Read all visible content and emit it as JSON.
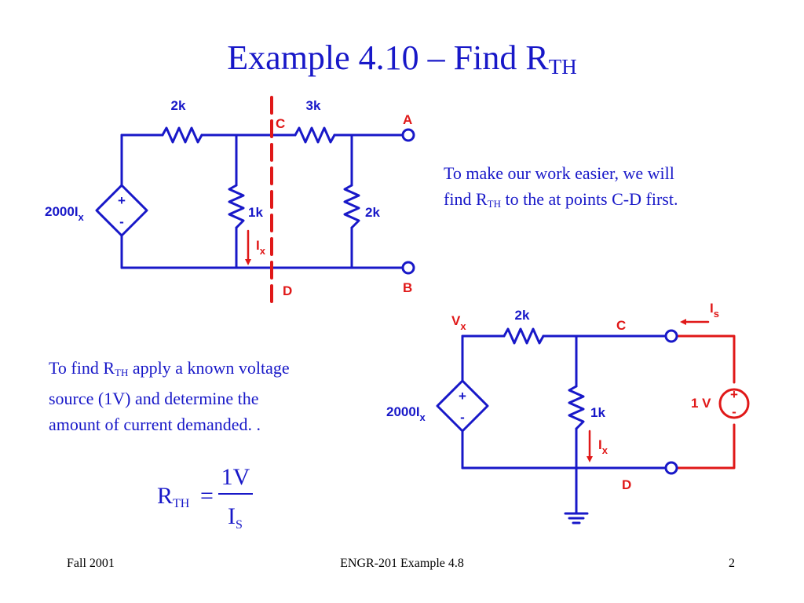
{
  "title": {
    "main": "Example 4.10 – Find R",
    "sub": "TH"
  },
  "text_right": {
    "line1": "To make our work easier, we will",
    "line2_pre": "find R",
    "line2_sub": "TH",
    "line2_post": " to the at points C-D first."
  },
  "text_left": {
    "line1_pre": "To find R",
    "line1_sub": "TH",
    "line1_post": " apply a known voltage",
    "line2": "source (1V) and determine the",
    "line3": "amount of current demanded. ."
  },
  "circuit1": {
    "r_left": "2k",
    "r_top_right": "3k",
    "r_mid": "1k",
    "r_right": "2k",
    "node_c": "C",
    "node_d": "D",
    "node_a": "A",
    "node_b": "B",
    "source_main": "2000I",
    "source_sub": "x",
    "plus": "+",
    "minus": "-",
    "current_main": "I",
    "current_sub": "x"
  },
  "circuit2": {
    "vx_main": "V",
    "vx_sub": "x",
    "r_top": "2k",
    "r_mid": "1k",
    "node_c": "C",
    "node_d": "D",
    "source_main": "2000I",
    "source_sub": "x",
    "plus": "+",
    "minus": "-",
    "current_main": "I",
    "current_sub": "x",
    "is_main": "I",
    "is_sub": "s",
    "test_voltage": "1 V",
    "test_plus": "+",
    "test_minus": "-"
  },
  "formula": {
    "lhs_main": "R",
    "lhs_sub": "TH",
    "equals": "=",
    "numerator": "1V",
    "den_main": "I",
    "den_sub": "S"
  },
  "footer": {
    "left": "Fall 2001",
    "center": "ENGR-201 Example 4.8",
    "right": "2"
  },
  "colors": {
    "title": "#1818c8",
    "wire": "#1818c8",
    "accent_red": "#e01818",
    "footer": "#000000"
  }
}
